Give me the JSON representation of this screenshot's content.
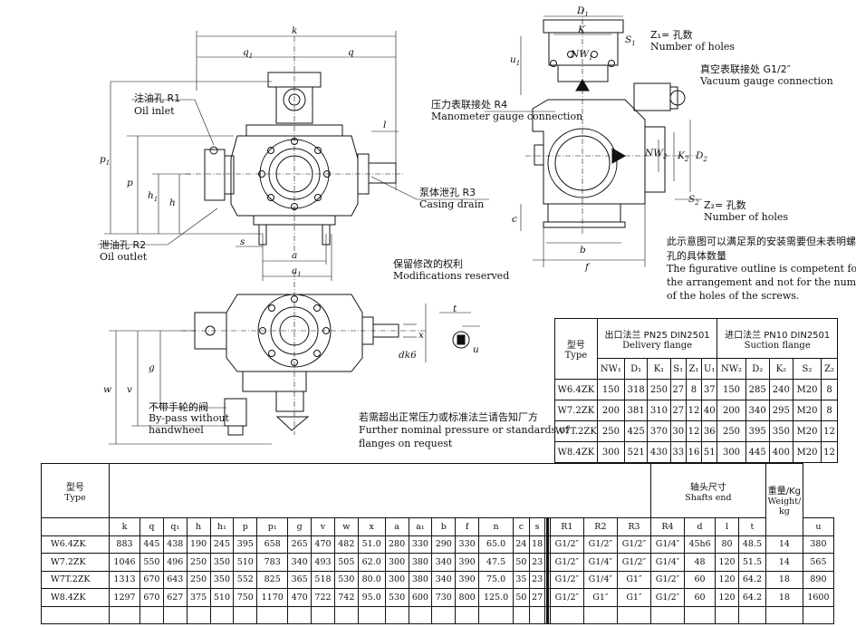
{
  "labels": {
    "k": "k",
    "q1": "q",
    "q1_sub": "1",
    "q": "q",
    "p1": "p",
    "p1_sub": "1",
    "p": "p",
    "h1": "h",
    "h1_sub": "1",
    "h": "h",
    "l": "l",
    "s": "s",
    "a": "a",
    "a1": "a",
    "a1_sub": "1",
    "D1": "D",
    "D1_sub": "1",
    "K": "K",
    "NW1": "NW",
    "NW1_sub": "1",
    "u1": "u",
    "u1_sub": "1",
    "S1": "S",
    "S1_sub": "1",
    "NW2": "NW",
    "NW2_sub": "2",
    "K2": "K",
    "K2_sub": "2",
    "D2": "D",
    "D2_sub": "2",
    "S2": "S",
    "S2_sub": "2",
    "c": "c",
    "b": "b",
    "f": "f",
    "t": "t",
    "x": "x",
    "u": "u",
    "dk6": "dk6",
    "w": "w",
    "v": "v",
    "g": "g"
  },
  "annotations": {
    "r1_cn": "注油孔 R1",
    "r1_en": "Oil inlet",
    "r2_cn": "泄油孔 R2",
    "r2_en": "Oil outlet",
    "r3_cn": "泵体泄孔 R3",
    "r3_en": "Casing drain",
    "r4_cn": "压力表联接处 R4",
    "r4_en": "Manometer gauge connection",
    "z1_cn": "Z₁= 孔数",
    "z1_en": "Number of holes",
    "vac_cn": "真空表联接处 G1/2″",
    "vac_en": "Vacuum gauge connection",
    "z2_cn": "Z₂= 孔数",
    "z2_en": "Number of holes",
    "mod_cn": "保留修改的权利",
    "mod_en": "Modifications reserved",
    "fig_cn1": "此示意图可以满足泵的安装需要但未表明螺",
    "fig_cn2": "孔的具体数量",
    "fig_en1": "The figurative outline is competent for",
    "fig_en2": "the arrangement and not for the number",
    "fig_en3": "of the holes of the screws.",
    "bypass_cn": "不带手轮的阀",
    "bypass_en1": "By-pass without",
    "bypass_en2": "handwheel",
    "further_cn": "若需超出正常压力或标准法兰请告知厂方",
    "further_en1": "Further nominal pressure or standards of",
    "further_en2": "flanges on request"
  },
  "flange_table": {
    "type_cn": "型号",
    "type_en": "Type",
    "delivery_cn": "出口法兰 PN25 DIN2501",
    "delivery_en": "Delivery flange",
    "suction_cn": "进口法兰 PN10 DIN2501",
    "suction_en": "Suction flange",
    "columns": [
      "NW₁",
      "D₁",
      "K₁",
      "S₁",
      "Z₁",
      "U₁",
      "NW₂",
      "D₂",
      "K₂",
      "S₂",
      "Z₂"
    ],
    "rows": [
      [
        "W6.4ZK",
        "150",
        "318",
        "250",
        "27",
        "8",
        "37",
        "150",
        "285",
        "240",
        "M20",
        "8"
      ],
      [
        "W7.2ZK",
        "200",
        "381",
        "310",
        "27",
        "12",
        "40",
        "200",
        "340",
        "295",
        "M20",
        "8"
      ],
      [
        "W7T.2ZK",
        "250",
        "425",
        "370",
        "30",
        "12",
        "36",
        "250",
        "395",
        "350",
        "M20",
        "12"
      ],
      [
        "W8.4ZK",
        "300",
        "521",
        "430",
        "33",
        "16",
        "51",
        "300",
        "445",
        "400",
        "M20",
        "12"
      ]
    ]
  },
  "main_table": {
    "type_cn": "型号",
    "type_en": "Type",
    "shaft_cn": "轴头尺寸",
    "shaft_en": "Shafts end",
    "weight_cn": "重量/Kg",
    "weight_en1": "Weight/",
    "weight_en2": "kg",
    "columns": [
      "k",
      "q",
      "q₁",
      "h",
      "h₁",
      "p",
      "p₁",
      "g",
      "v",
      "w",
      "x",
      "a",
      "a₁",
      "b",
      "f",
      "n",
      "c",
      "s",
      "",
      "",
      "",
      "",
      "R1",
      "R2",
      "R3",
      "R4",
      "d",
      "l",
      "t",
      "u",
      ""
    ],
    "rows": [
      [
        "W6.4ZK",
        "883",
        "445",
        "438",
        "190",
        "245",
        "395",
        "658",
        "265",
        "470",
        "482",
        "51.0",
        "280",
        "330",
        "290",
        "330",
        "65.0",
        "24",
        "18",
        "",
        "",
        "",
        "",
        "G1/2″",
        "G1/2″",
        "G1/2″",
        "G1/4″",
        "45h6",
        "80",
        "48.5",
        "14",
        "380"
      ],
      [
        "W7.2ZK",
        "1046",
        "550",
        "496",
        "250",
        "350",
        "510",
        "783",
        "340",
        "493",
        "505",
        "62.0",
        "300",
        "380",
        "340",
        "390",
        "47.5",
        "50",
        "23",
        "",
        "",
        "",
        "",
        "G1/2″",
        "G1/4″",
        "G1/2″",
        "G1/4″",
        "48",
        "120",
        "51.5",
        "14",
        "565"
      ],
      [
        "W7T.2ZK",
        "1313",
        "670",
        "643",
        "250",
        "350",
        "552",
        "825",
        "365",
        "518",
        "530",
        "80.0",
        "300",
        "380",
        "340",
        "390",
        "75.0",
        "35",
        "23",
        "",
        "",
        "",
        "",
        "G1/2″",
        "G1/4″",
        "G1″",
        "G1/2″",
        "60",
        "120",
        "64.2",
        "18",
        "890"
      ],
      [
        "W8.4ZK",
        "1297",
        "670",
        "627",
        "375",
        "510",
        "750",
        "1170",
        "470",
        "722",
        "742",
        "95.0",
        "530",
        "600",
        "730",
        "800",
        "125.0",
        "50",
        "27",
        "",
        "",
        "",
        "",
        "G1/2″",
        "G1″",
        "G1″",
        "G1/2″",
        "60",
        "120",
        "64.2",
        "18",
        "1600"
      ]
    ]
  }
}
